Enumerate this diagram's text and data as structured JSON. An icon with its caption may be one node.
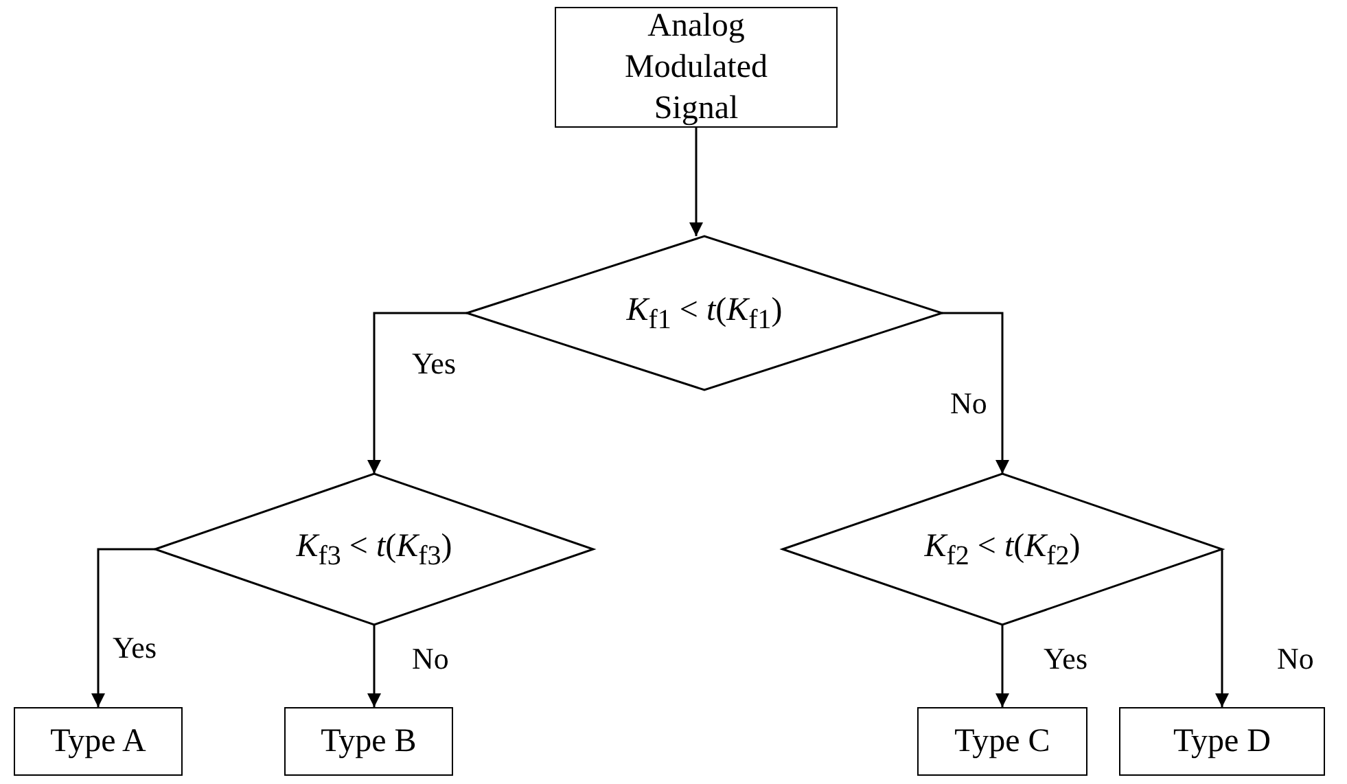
{
  "diagram": {
    "nodes": [
      {
        "text": [
          "Analog Modulated Signal"
        ]
      },
      {
        "text": [
          "*K*$_{f1}$ < *t*(*K*$_{f1}$)"
        ]
      },
      {
        "text": [
          "*K*$_{f3}$ < *t*(*K*$_{f3}$)"
        ]
      },
      {
        "text": [
          "*K*$_{f2}$ < *t*(*K*$_{f2}$)"
        ]
      },
      {
        "text": [
          "Type A"
        ]
      },
      {
        "text": [
          "Type B"
        ]
      },
      {
        "text": [
          "Type C"
        ]
      },
      {
        "text": [
          "Type D"
        ]
      }
    ],
    "edges": [
      {
        "from": 0,
        "to": 1,
        "arrow": "to"
      },
      {
        "from": 1,
        "to": 2,
        "arrow": "to",
        "label": "Yes"
      },
      {
        "from": 1,
        "to": 3,
        "arrow": "to",
        "label": "No"
      },
      {
        "from": 2,
        "to": 4,
        "arrow": "to",
        "label": "Yes"
      },
      {
        "from": 2,
        "to": 5,
        "arrow": "to",
        "label": "No"
      },
      {
        "from": 3,
        "to": 6,
        "arrow": "to",
        "label": "Yes"
      },
      {
        "from": 3,
        "to": 7,
        "arrow": "to",
        "label": "No"
      }
    ]
  }
}
